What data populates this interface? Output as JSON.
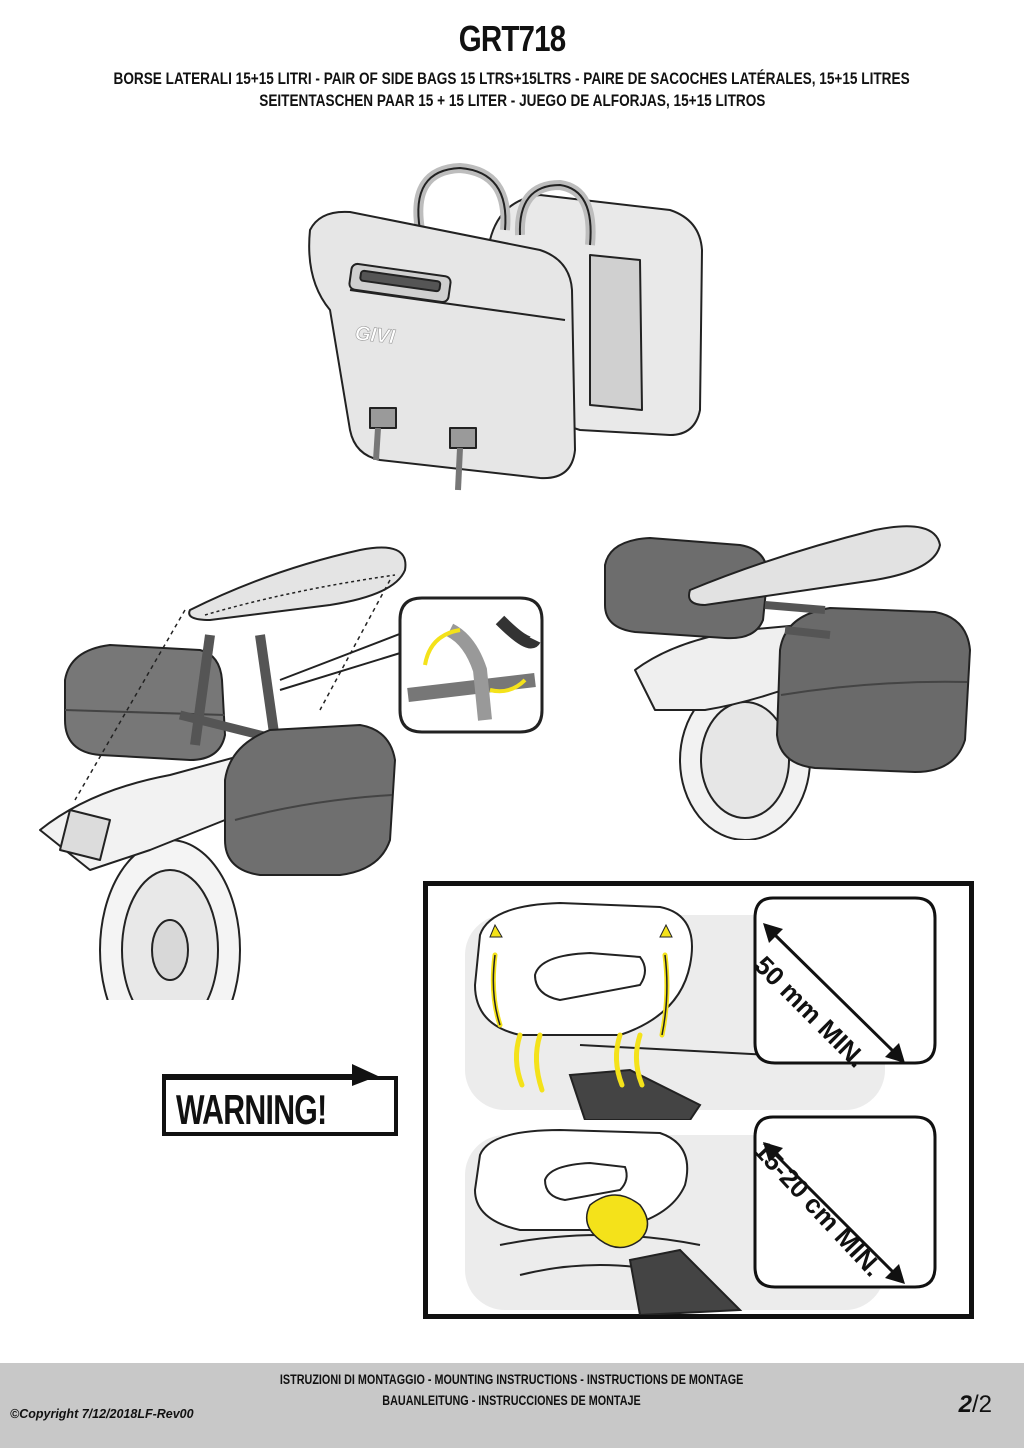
{
  "header": {
    "model": "GRT718",
    "line1": "BORSE LATERALI 15+15 LITRI - PAIR OF SIDE BAGS 15 LTRS+15LTRS - PAIRE DE SACOCHES LATÉRALES, 15+15 LITRES",
    "line2": "SEITENTASCHEN PAAR 15 + 15 LITER  - JUEGO DE ALFORJAS, 15+15 LITROS"
  },
  "product": {
    "brand_logo": "GIVI"
  },
  "warning": {
    "label": "WARNING!",
    "top_clearance": "50 mm MIN.",
    "bottom_clearance": "15-20 cm MIN."
  },
  "footer": {
    "copyright": "©Copyright 7/12/2018LF-Rev00",
    "instructions_line1": "ISTRUZIONI DI MONTAGGIO - MOUNTING INSTRUCTIONS - INSTRUCTIONS DE MONTAGE",
    "instructions_line2": "BAUANLEITUNG - INSTRUCCIONES DE MONTAJE",
    "page_current": "2",
    "page_total": "/2"
  },
  "colors": {
    "footer_bg": "#c8c8c8",
    "heat_yellow": "#f4e21a",
    "bag_dark": "#6e6e6e",
    "bag_light": "#dcdcdc"
  }
}
